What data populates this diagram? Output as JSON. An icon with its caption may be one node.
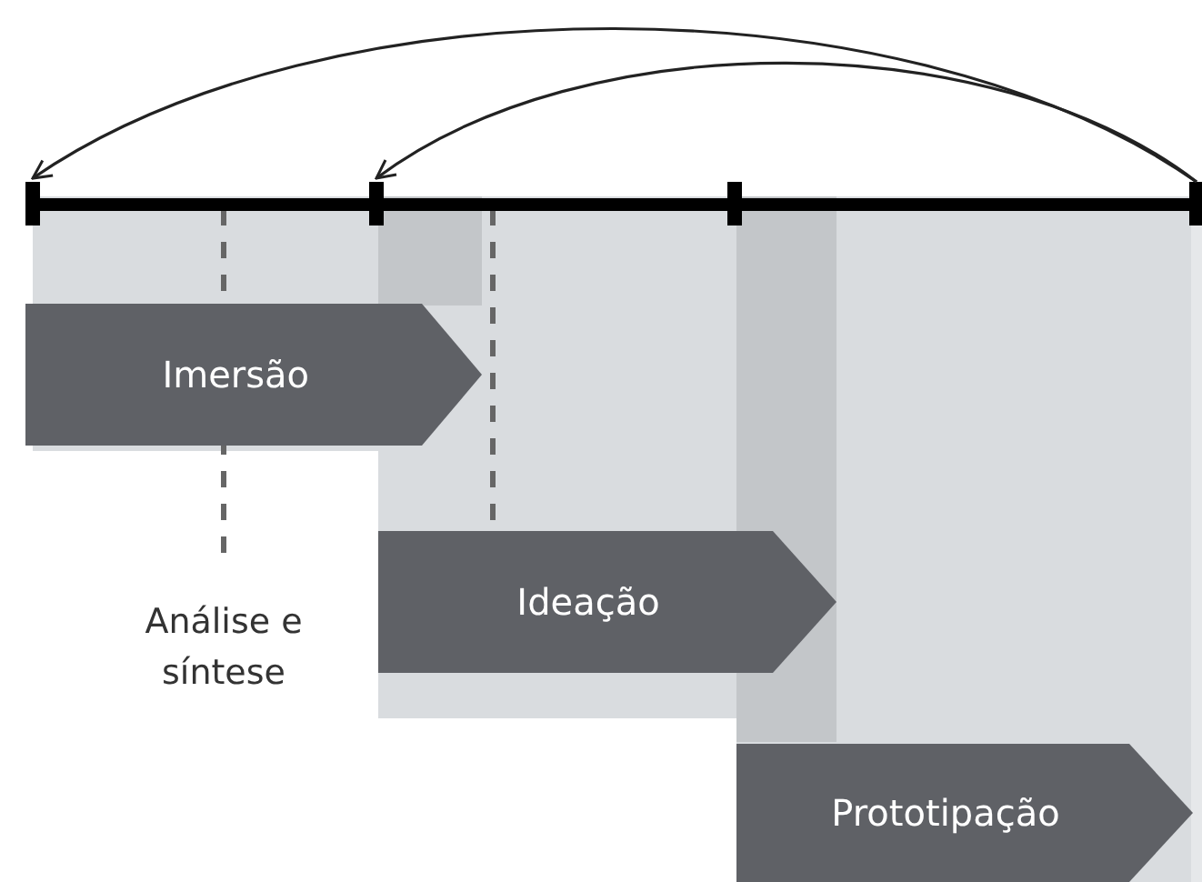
{
  "diagram": {
    "nodes": [
      {
        "text": [],
        "shape": "bar"
      },
      {
        "text": [],
        "shape": "bar"
      },
      {
        "text": [],
        "shape": "bar"
      },
      {
        "text": [],
        "shape": "bar"
      },
      {
        "text": [
          "Imersão"
        ]
      },
      {
        "text": [
          "Ideação"
        ]
      },
      {
        "text": [
          "Prototipação"
        ]
      }
    ],
    "edges": [
      {
        "from": 3,
        "to": 0,
        "arrow": "to"
      },
      {
        "from": 3,
        "to": 1,
        "arrow": "to"
      }
    ],
    "labels": [
      "Análise e síntese"
    ]
  }
}
